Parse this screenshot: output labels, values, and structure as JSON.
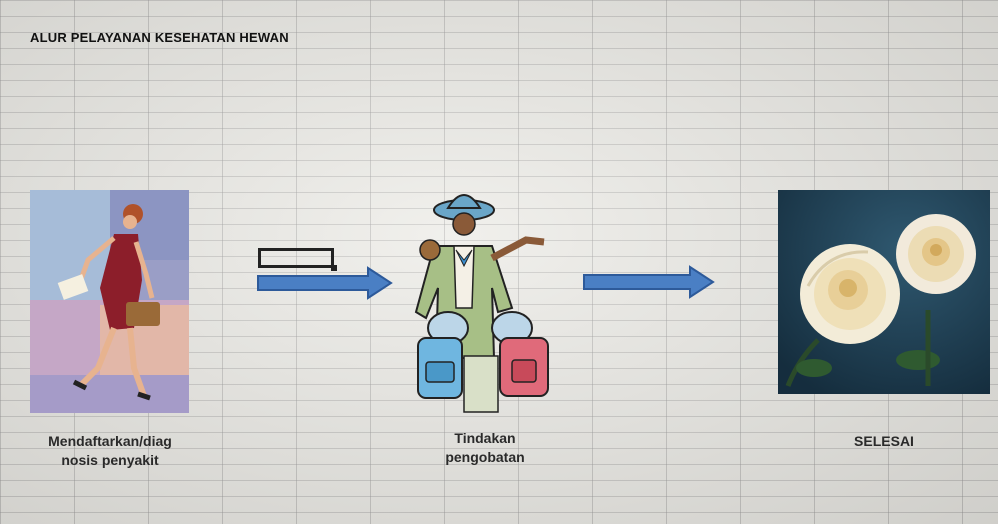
{
  "sheet": {
    "title": "ALUR PELAYANAN KESEHATAN HEWAN"
  },
  "steps": [
    {
      "caption_line1": "Mendaftarkan/diag",
      "caption_line2": "nosis penyakit",
      "image": "woman-with-briefcase-clipart"
    },
    {
      "caption_line1": "Tindakan",
      "caption_line2": "pengobatan",
      "image": "guide-with-children-clipart"
    },
    {
      "caption_line1": "SELESAI",
      "image": "white-roses-photo"
    }
  ],
  "arrows": {
    "color": "#4a7fc4",
    "outline": "#2d5a9a"
  },
  "selected_cell": {
    "value": ""
  }
}
